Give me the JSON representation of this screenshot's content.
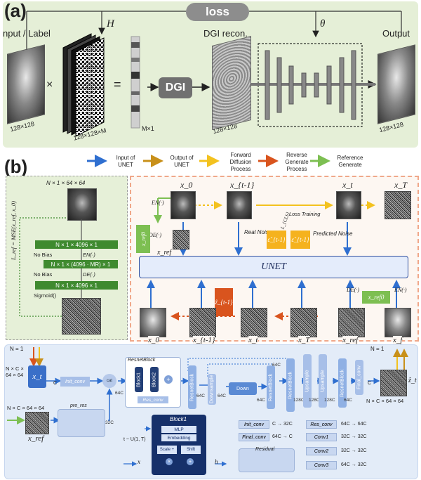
{
  "panel_a": {
    "label": "(a)",
    "loss": "loss",
    "H": "H",
    "theta": "θ",
    "input_label": "nput / Label",
    "dgi_recon": "DGI recon.",
    "output": "Output",
    "times": "×",
    "equals": "=",
    "dgi": "DGI",
    "size_input": "128×128",
    "size_pattern": "128×128×M",
    "size_vec": "M×1",
    "size_recon": "128×128",
    "size_output": "128×128"
  },
  "panel_b": {
    "label": "(b)",
    "legend": [
      {
        "text": "Input of UNET",
        "color": "#2f6fd0"
      },
      {
        "text": "Output of UNET",
        "color": "#c8901a"
      },
      {
        "text": "Forward Diffusion Process",
        "color": "#f3c21f"
      },
      {
        "text": "Reverse Generate Process",
        "color": "#d9541e"
      },
      {
        "text": "Reference Generate",
        "color": "#7dbf52"
      }
    ],
    "left": {
      "top_dim": "N × 1 × 64 × 64",
      "bar1": "N × 1 × 4096 × 1",
      "no_bias1": "No Bias",
      "en": "EN(·)",
      "bar2": "N × 1 × (4096 · MR) × 1",
      "no_bias2": "No Bias",
      "de": "DE(·)",
      "bar3": "N × 1 × 4096 × 1",
      "sigmoid": "Sigmoid()",
      "loss_eq": "L_ref = MSE(x_ref, x_0)"
    },
    "right": {
      "x0": "x_0",
      "xt1": "x_{t-1}",
      "xt": "x_t",
      "xT": "x_T",
      "en": "EN(·)",
      "de": "DE(·)",
      "xref0": "x_ref0",
      "xref": "x_ref",
      "real_noise": "Real Noise",
      "loss_training": "Loss Training",
      "lsimple": "L_{CLS}",
      "eps1": "ε̂_{t-1}",
      "eps2": "ε̂_{t-1}",
      "predicted_noise": "Predicted Noise",
      "unet": "UNET",
      "zt1": "ẑ_{t-1}",
      "b_x0": "x_0",
      "b_xt1": "x_{t-1}",
      "b_xt": "x_t",
      "b_xT": "x_T",
      "b_xref": "x_ref",
      "b_xf": "x_f",
      "b_xref0": "x_ref0",
      "b_de": "DE(·)",
      "b_en": "EN(·)"
    },
    "bottom": {
      "n1": "N = 1",
      "n1_right": "N = 1",
      "in_dim": "N × C × 64 × 64",
      "xt": "x_t",
      "c": "C",
      "init_conv": "Init_conv",
      "cat": "cat",
      "c64": "64C",
      "resnet_block": "ResnetBlock",
      "block1": "Block1",
      "block2": "Block2",
      "res_conv": "Res_conv",
      "resnetblock_v": "ResnetBlock",
      "downsample": "Downsample",
      "down": "Down",
      "c128": "128C",
      "upsample": "Upsample",
      "final_conv": "Final_conv",
      "zt": "ẑ_t",
      "out_dim": "N × C × 64 × 64",
      "ref_dim": "N × C × 64 × 64",
      "pre_res": "pre_res",
      "c32": "32C",
      "xref": "x_ref",
      "t_sample": "t ~ U(1, T)",
      "block1_title": "Block1",
      "mlp": "MLP",
      "embedding": "Embedding",
      "scale": "Scale +",
      "shift": "Shift",
      "x": "x",
      "h": "h",
      "k1": "Init_conv",
      "v1": "C → 32C",
      "k2": "Final_conv",
      "v2": "64C → C",
      "k3": "Residual",
      "k4": "Res_conv",
      "v4": "64C → 64C",
      "k5": "Conv1",
      "v5": "32C → 32C",
      "k6": "Conv2",
      "v6": "32C → 32C",
      "k7": "Conv3",
      "v7": "64C → 32C"
    }
  }
}
